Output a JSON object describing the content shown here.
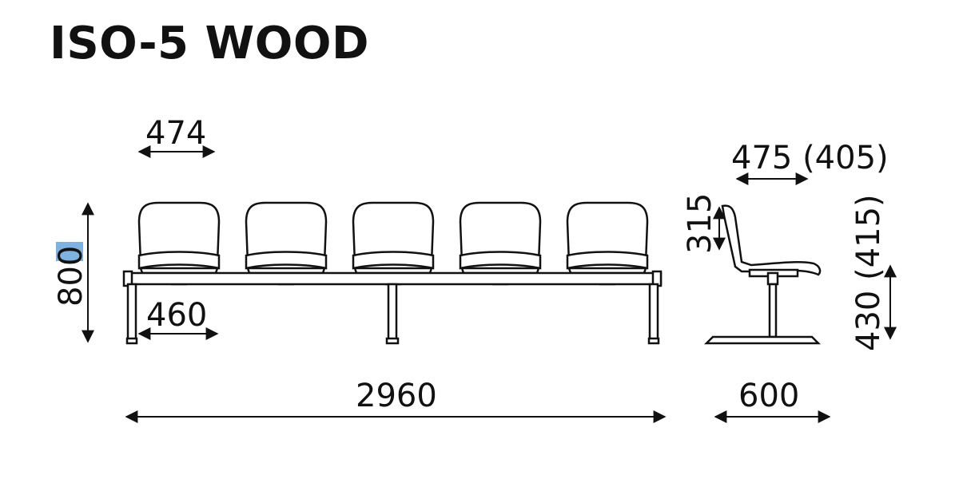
{
  "title": "ISO-5 WOOD",
  "dimensions": {
    "seat_width": "474",
    "total_height": "800",
    "seat_spacing": "460",
    "total_length": "2960",
    "depth_seat": "475 (405)",
    "back_height": "315",
    "seat_height": "430 (415)",
    "base_depth": "600"
  },
  "colors": {
    "line": "#111111",
    "highlight": "#7fb2e0"
  }
}
